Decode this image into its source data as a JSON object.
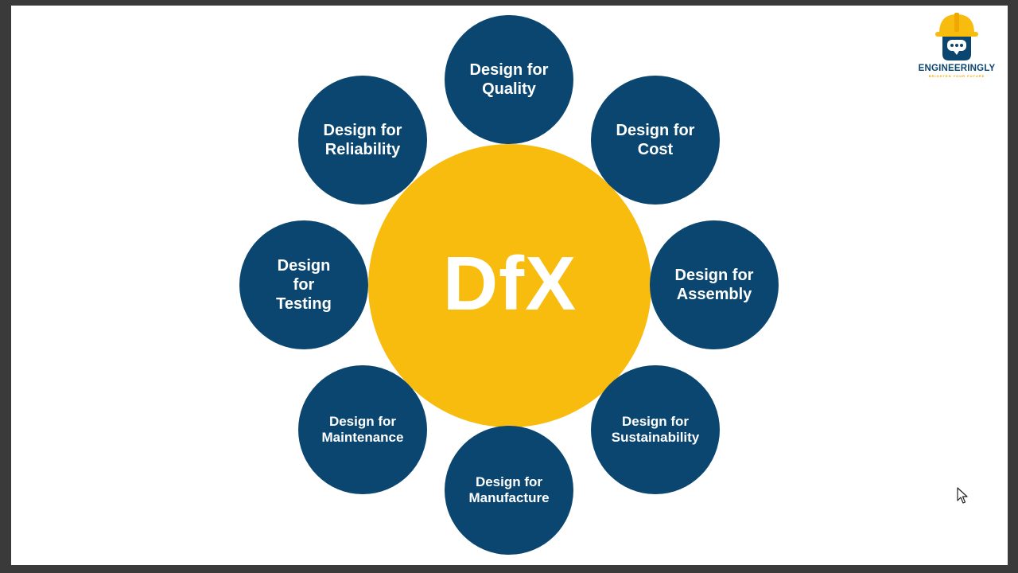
{
  "center": {
    "label": "DfX"
  },
  "nodes": [
    {
      "id": "quality",
      "lines": [
        "Design for",
        "Quality"
      ]
    },
    {
      "id": "cost",
      "lines": [
        "Design for",
        "Cost"
      ]
    },
    {
      "id": "assembly",
      "lines": [
        "Design for",
        "Assembly"
      ]
    },
    {
      "id": "sustainability",
      "lines": [
        "Design for",
        "Sustainability"
      ]
    },
    {
      "id": "manufacture",
      "lines": [
        "Design for",
        "Manufacture"
      ]
    },
    {
      "id": "maintenance",
      "lines": [
        "Design for",
        "Maintenance"
      ]
    },
    {
      "id": "testing",
      "lines": [
        "Design",
        "for",
        "Testing"
      ]
    },
    {
      "id": "reliability",
      "lines": [
        "Design for",
        "Reliability"
      ]
    }
  ],
  "logo": {
    "name": "ENGINEERINGLY",
    "tagline": "BRIGHTEN YOUR FUTURE"
  },
  "colors": {
    "node": "#0b4670",
    "hub": "#f8bc0e",
    "text": "#ffffff"
  }
}
